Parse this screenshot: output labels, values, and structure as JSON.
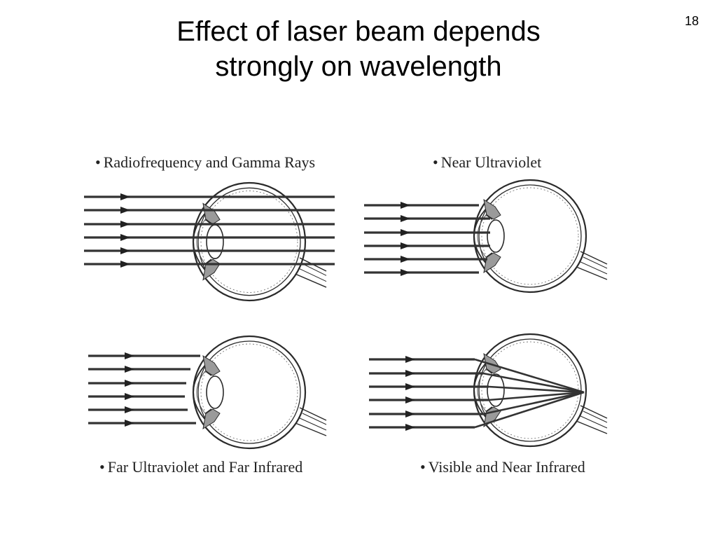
{
  "slide": {
    "title_line1": "Effect of laser beam depends",
    "title_line2": "strongly on wavelength",
    "number": "18"
  },
  "panels": [
    {
      "id": "radiofrequency-gamma",
      "label": "Radiofrequency and Gamma Rays"
    },
    {
      "id": "near-ultraviolet",
      "label": "Near Ultraviolet"
    },
    {
      "id": "far-uv-far-ir",
      "label": "Far Ultraviolet and Far Infrared"
    },
    {
      "id": "visible-near-ir",
      "label": "Visible and Near Infrared"
    }
  ],
  "bullet": "•",
  "colors": {
    "ink": "#2a2a2a",
    "beam": "#333333",
    "tissue": "#8a8a8a"
  }
}
